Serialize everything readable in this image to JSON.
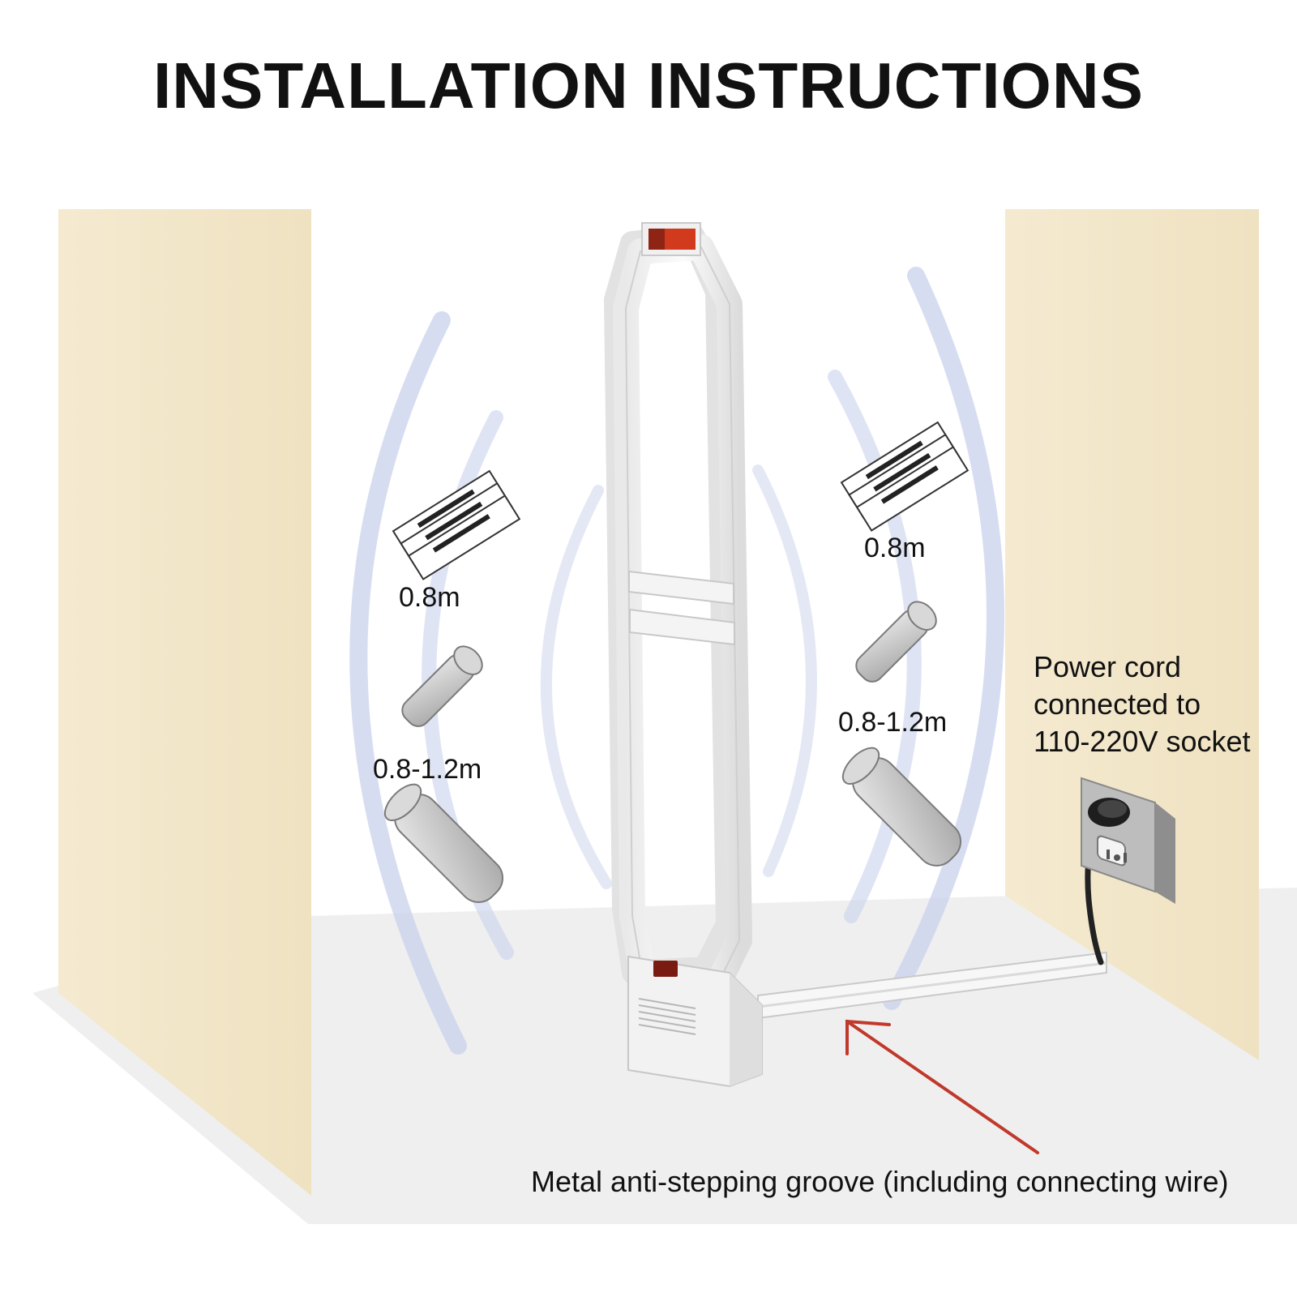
{
  "title": "INSTALLATION INSTRUCTIONS",
  "left_zone": {
    "range_label_1": "0.8m",
    "range_label_2": "0.8-1.2m"
  },
  "right_zone": {
    "range_label_1": "0.8m",
    "range_label_2": "0.8-1.2m"
  },
  "power_note": {
    "line1": "Power cord",
    "line2": "connected to",
    "line3": "110-220V socket"
  },
  "groove_note": "Metal anti-stepping groove (including connecting wire)",
  "colors": {
    "wall": "#f3e7c8",
    "floor": "#eeeeee",
    "antenna": "#f7f7f7",
    "alarm_light": "#d23a1e",
    "arrow": "#c0392b",
    "field_wave": "#c9d2ec"
  },
  "icons": [
    "label-tags-icon",
    "pencil-tag-icon",
    "hard-tag-icon",
    "wall-socket-icon",
    "plug-icon"
  ]
}
